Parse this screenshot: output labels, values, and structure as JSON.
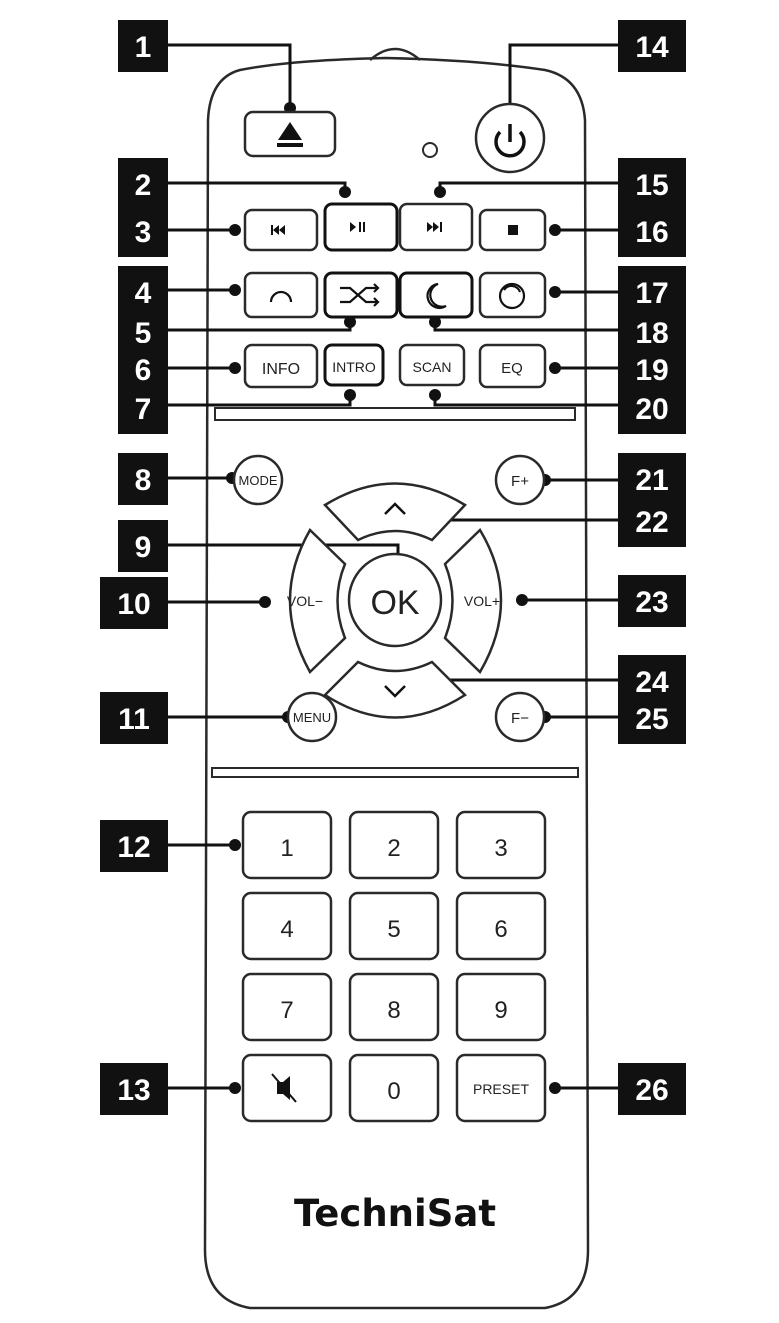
{
  "brand": {
    "logo_text": "TechniSat"
  },
  "callouts": [
    "1",
    "2",
    "3",
    "4",
    "5",
    "6",
    "7",
    "8",
    "9",
    "10",
    "11",
    "12",
    "13",
    "14",
    "15",
    "16",
    "17",
    "18",
    "19",
    "20",
    "21",
    "22",
    "23",
    "24",
    "25",
    "26"
  ],
  "buttons": {
    "info": "INFO",
    "intro": "INTRO",
    "scan": "SCAN",
    "eq": "EQ",
    "mode": "MODE",
    "menu": "MENU",
    "f_plus": "F+",
    "f_minus": "F−",
    "vol_minus": "VOL−",
    "vol_plus": "VOL+",
    "ok": "OK",
    "preset": "PRESET",
    "digits": [
      "1",
      "2",
      "3",
      "4",
      "5",
      "6",
      "7",
      "8",
      "9",
      "0"
    ]
  },
  "icons": {
    "eject": "eject-icon",
    "power": "power-icon",
    "prev": "skip-previous-icon",
    "play_pause": "play-pause-icon",
    "next": "skip-next-icon",
    "stop": "stop-icon",
    "repeat": "repeat-icon",
    "shuffle": "shuffle-icon",
    "sleep": "moon-icon",
    "snooze": "circle-arrow-icon",
    "up": "chevron-up-icon",
    "down": "chevron-down-icon",
    "mute": "mute-icon"
  }
}
